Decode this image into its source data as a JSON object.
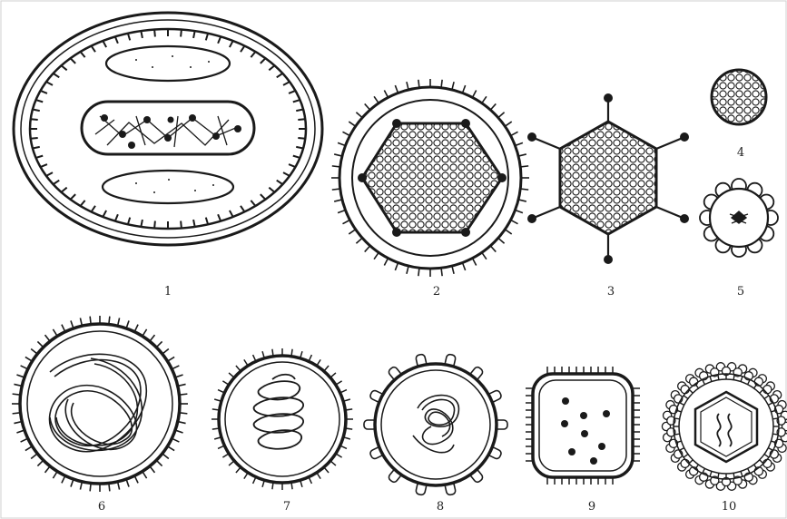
{
  "figure": {
    "labels": [
      "1",
      "2",
      "3",
      "4",
      "5",
      "6",
      "7",
      "8",
      "9",
      "10"
    ]
  },
  "colors": {
    "ink": "#1a1a1a",
    "paper": "#ffffff"
  }
}
